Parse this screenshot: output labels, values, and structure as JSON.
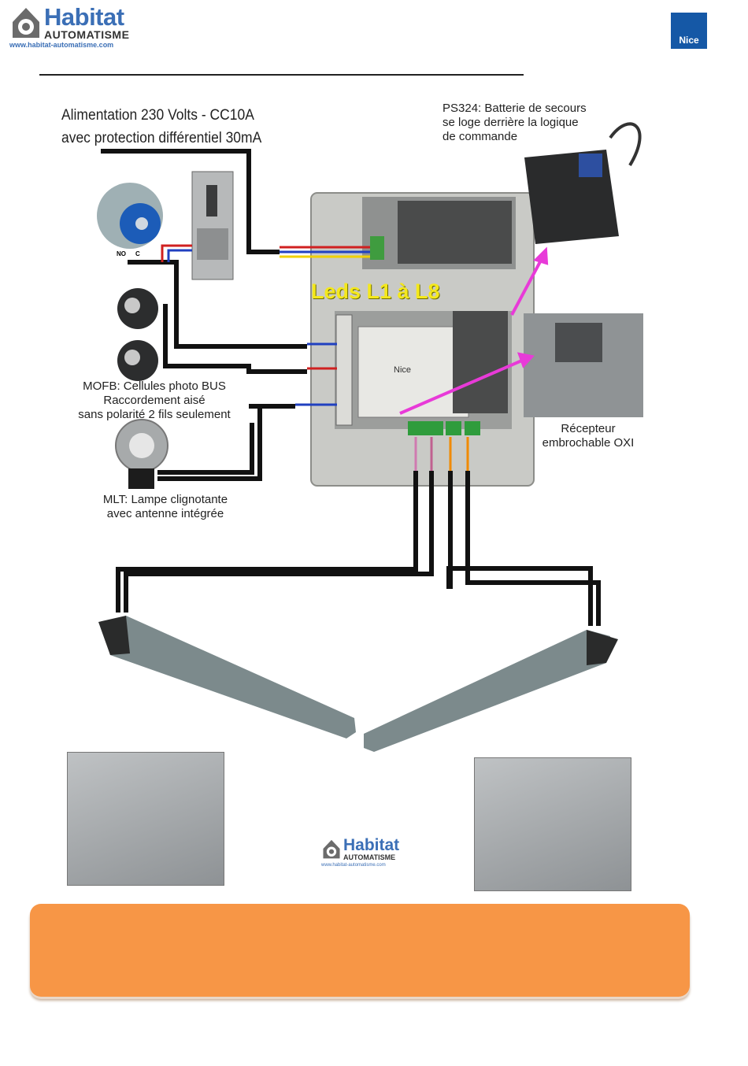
{
  "header": {
    "logo_main": "Habitat",
    "logo_sub": "AUTOMATISME",
    "logo_url": "www.habitat-automatisme.com",
    "brand_logo": "Nice"
  },
  "labels": {
    "power_line1": "Alimentation 230 Volts - CC10A",
    "power_line2": "avec protection différentiel 30mA",
    "battery_line1": "PS324: Batterie de secours",
    "battery_line2": "se loge derrière la logique",
    "battery_line3": "de commande",
    "leds": "Leds L1 à L8",
    "mofb_line1": "MOFB: Cellules photo BUS",
    "mofb_line2": "Raccordement aisé",
    "mofb_line3": "sans polarité 2 fils seulement",
    "receiver_line1": "Récepteur",
    "receiver_line2": "embrochable OXI",
    "mlt_line1": "MLT: Lampe clignotante",
    "mlt_line2": "avec antenne intégrée",
    "keyswitch_no": "NO",
    "keyswitch_c": "C",
    "board_brand": "Nice",
    "footer_logo_main": "Habitat",
    "footer_logo_sub": "AUTOMATISME",
    "footer_logo_url": "www.habitat-automatisme.com"
  },
  "colors": {
    "logo_blue": "#3b6fb6",
    "nice_blue": "#1558a6",
    "leds_yellow": "#f4e81c",
    "arrow_magenta": "#e83ad8",
    "callout_orange": "#f79646",
    "wire_black": "#111111",
    "wire_red": "#d02020",
    "wire_blue": "#2040c0",
    "wire_yellow": "#f0d000"
  }
}
